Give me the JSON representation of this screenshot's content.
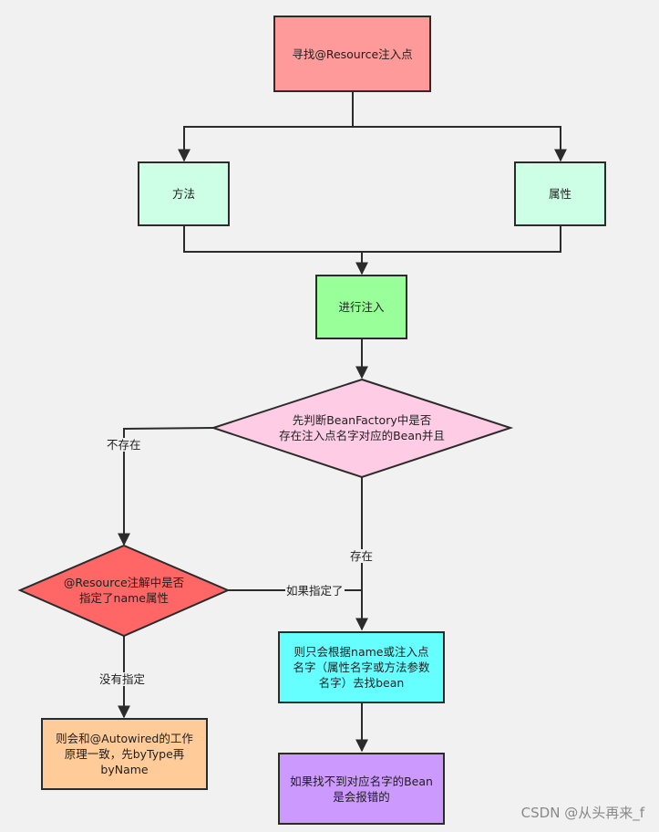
{
  "diagram": {
    "nodes": {
      "find": {
        "text": "寻找@Resource注入点",
        "fill": "#ff9a9a"
      },
      "method": {
        "text": "方法",
        "fill": "#ccffe6"
      },
      "field": {
        "text": "属性",
        "fill": "#ccffe6"
      },
      "inject": {
        "text": "进行注入",
        "fill": "#99ff99"
      },
      "decision_exists": {
        "text": "先判断BeanFactory中是否\n存在注入点名字对应的Bean并且",
        "fill": "#ffcce6"
      },
      "decision_name": {
        "text": "@Resource注解中是否\n指定了name属性",
        "fill": "#ff6666"
      },
      "autowired": {
        "text": "则会和@Autowired的工作\n原理一致，先byType再\nbyName",
        "fill": "#ffcc99"
      },
      "by_name": {
        "text": "则只会根据name或注入点\n名字（属性名字或方法参数\n名字）去找bean",
        "fill": "#66ffff"
      },
      "error": {
        "text": "如果找不到对应名字的Bean\n是会报错的",
        "fill": "#cc99ff"
      }
    },
    "edge_labels": {
      "not_exists": "不存在",
      "exists": "存在",
      "specified": "如果指定了",
      "not_specified": "没有指定"
    }
  },
  "watermark": "CSDN @从头再来_f"
}
